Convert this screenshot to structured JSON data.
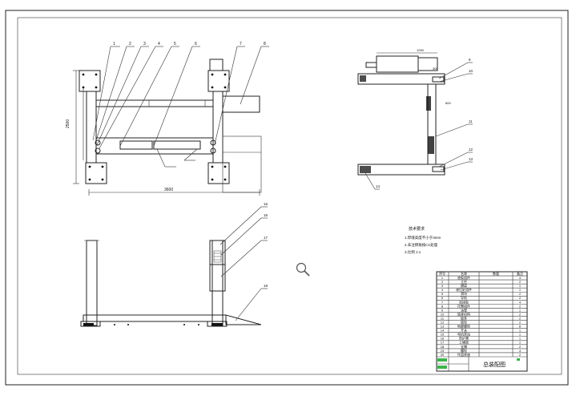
{
  "drawing": {
    "tech_notes_title": "技术要求",
    "tech_notes": [
      "1.焊缝高度不小于3mm",
      "2.未注倒角按C1处理",
      "3.比例 1:1"
    ],
    "dims": {
      "width_label": "3600",
      "height_label": "2500",
      "top_dim": "1250",
      "side_dim_a": "800",
      "side_dim_b": "300"
    },
    "callouts_top": [
      "1",
      "2",
      "3",
      "4",
      "5",
      "6",
      "7",
      "8"
    ],
    "callouts_side": [
      "9",
      "10",
      "11",
      "12",
      "13",
      "14"
    ],
    "callouts_front": [
      "15",
      "16",
      "17",
      "18"
    ]
  },
  "bom": {
    "header": [
      "序号",
      "名称",
      "数量",
      "备注"
    ],
    "rows": [
      [
        "1",
        "底板组件",
        "",
        "4"
      ],
      [
        "2",
        "立柱",
        "",
        "2"
      ],
      [
        "3",
        "横梁",
        "",
        "1"
      ],
      [
        "4",
        "液压缸组件",
        "",
        "1"
      ],
      [
        "5",
        "滑块",
        "",
        "2"
      ],
      [
        "6",
        "导轨",
        "",
        "2"
      ],
      [
        "7",
        "连接板",
        "",
        "4"
      ],
      [
        "8",
        "托臂组件",
        "",
        "2"
      ],
      [
        "9",
        "油管",
        "",
        "1"
      ],
      [
        "10",
        "锁紧机构",
        "",
        "2"
      ],
      [
        "11",
        "链条",
        "",
        "2"
      ],
      [
        "12",
        "链轮",
        "",
        "2"
      ],
      [
        "13",
        "地脚螺栓",
        "",
        "8"
      ],
      [
        "14",
        "开关",
        "",
        "1"
      ],
      [
        "15",
        "电机泵站",
        "",
        "1"
      ],
      [
        "16",
        "防护罩",
        "",
        "1"
      ],
      [
        "17",
        "上横梁",
        "",
        "1"
      ],
      [
        "18",
        "支撑",
        "",
        "2"
      ],
      [
        "19",
        "螺栓",
        "",
        "4"
      ],
      [
        "20",
        "托盘底座",
        "",
        "2"
      ]
    ],
    "title_block": "总装配图"
  },
  "toolbar": {
    "zoom_icon": "magnifier-icon"
  }
}
